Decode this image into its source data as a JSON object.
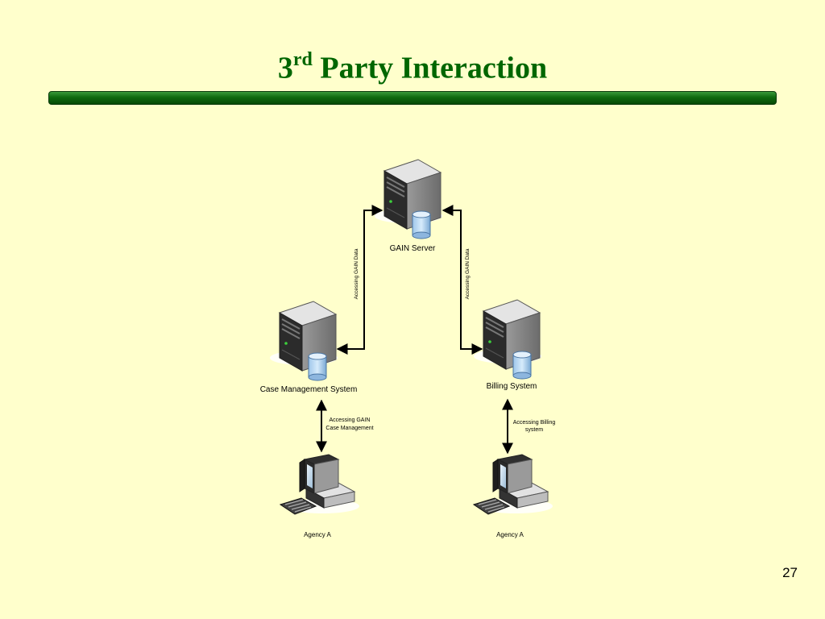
{
  "slide": {
    "title_main": "3",
    "title_sup": "rd",
    "title_rest": " Party Interaction",
    "page_number": "27"
  },
  "diagram": {
    "nodes": {
      "gain_server": "GAIN Server",
      "case_mgmt": "Case Management System",
      "billing": "Billing System",
      "agency_left": "Agency A",
      "agency_right": "Agency A"
    },
    "edges": {
      "left_vertical": "Accessing GAIN Data",
      "right_vertical": "Accessing GAIN Data",
      "case_line1": "Accessing GAIN",
      "case_line2": "Case Management",
      "billing_line1": "Accessing Billing",
      "billing_line2": "system"
    },
    "icons": {
      "server": "server-icon",
      "database": "database-icon",
      "workstation": "workstation-icon"
    }
  }
}
